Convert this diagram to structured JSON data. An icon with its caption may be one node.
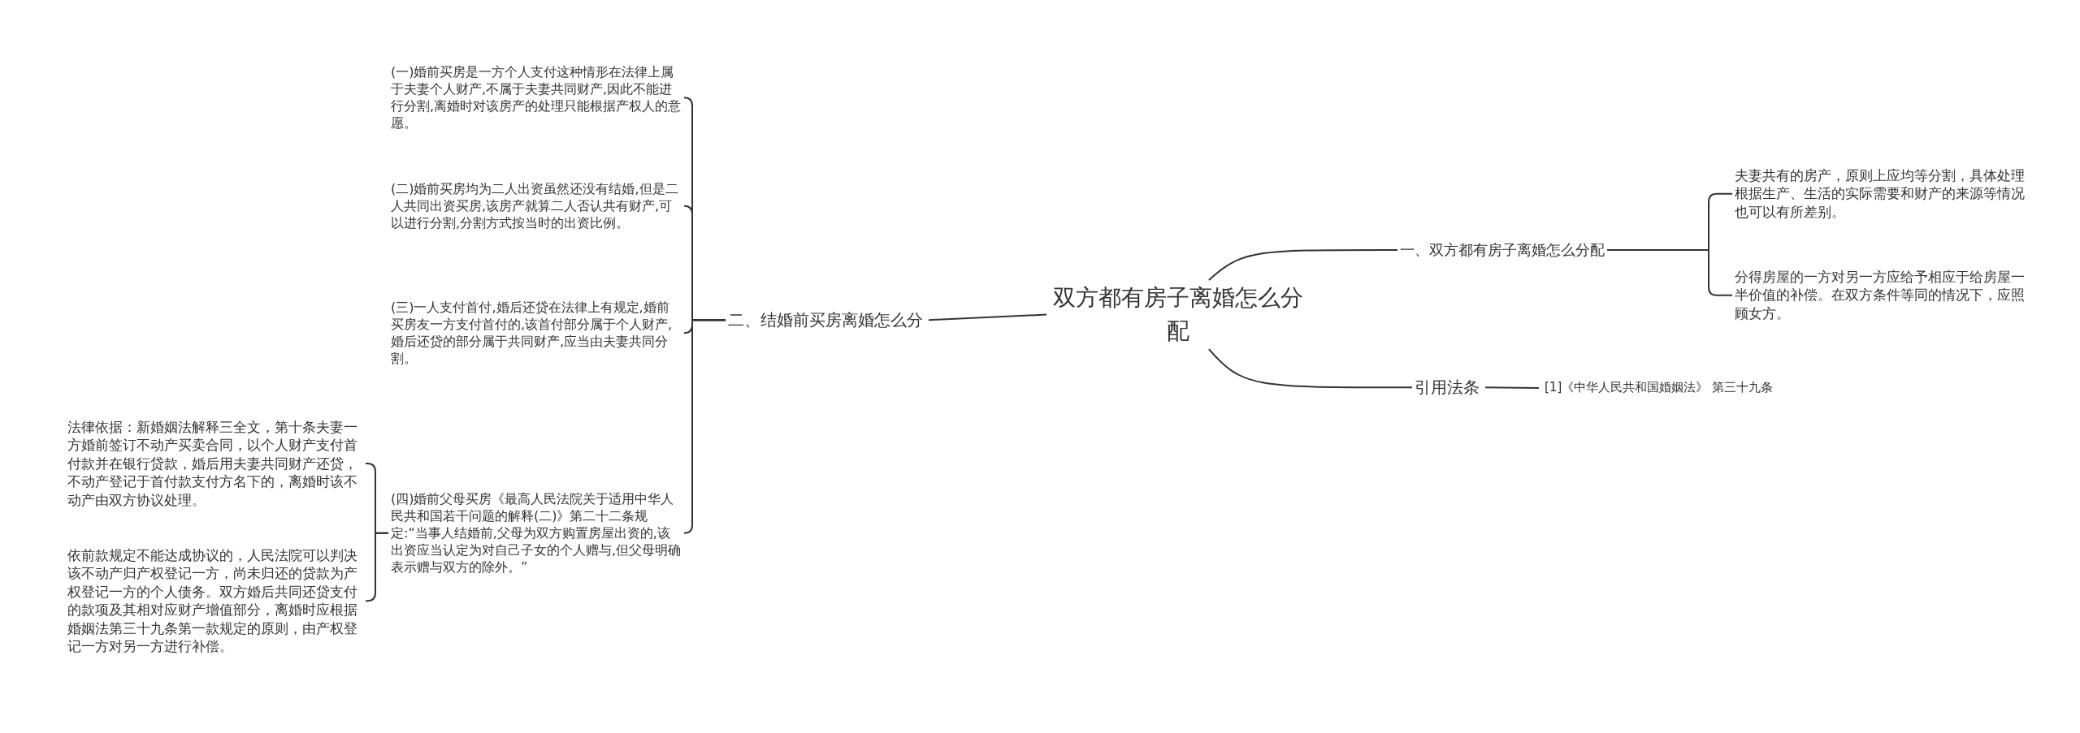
{
  "diagram": {
    "nodes": [
      {
        "text": [
          "双方都有房子离婚怎么分配"
        ]
      },
      {
        "text": [
          "一、双方都有房子离婚怎么分配"
        ]
      },
      {
        "text": [
          "夫妻共有的房产，原则上应均等分割，具体处理根据生产、生活的实际需要和财产的来源等情况也可以有所差别。"
        ]
      },
      {
        "text": [
          "分得房屋的一方对另一方应给予相应于给房屋一半价值的补偿。在双方条件等同的情况下，应照顾女方。"
        ]
      },
      {
        "text": [
          "引用法条"
        ]
      },
      {
        "text": [
          "[1]《中华人民共和国婚姻法》 第三十九条"
        ]
      },
      {
        "text": [
          "二、结婚前买房离婚怎么分"
        ]
      },
      {
        "text": [
          "(一)婚前买房是一方个人支付这种情形在法律上属于夫妻个人财产,不属于夫妻共同财产,因此不能进行分割,离婚时对该房产的处理只能根据产权人的意愿。"
        ]
      },
      {
        "text": [
          "(二)婚前买房均为二人出资虽然还没有结婚,但是二人共同出资买房,该房产就算二人否认共有财产,可以进行分割,分割方式按当时的出资比例。"
        ]
      },
      {
        "text": [
          "(三)一人支付首付,婚后还贷在法律上有规定,婚前买房友一方支付首付的,该首付部分属于个人财产,婚后还贷的部分属于共同财产,应当由夫妻共同分割。"
        ]
      },
      {
        "text": [
          "(四)婚前父母买房《最高人民法院关于适用中华人民共和国若干问题的解释(二)》第二十二条规定:“当事人结婚前,父母为双方购置房屋出资的,该出资应当认定为对自己子女的个人赠与,但父母明确表示赠与双方的除外。”"
        ]
      },
      {
        "text": [
          "法律依据：新婚姻法解释三全文，第十条夫妻一方婚前签订不动产买卖合同，以个人财产支付首付款并在银行贷款，婚后用夫妻共同财产还贷，不动产登记于首付款支付方名下的，离婚时该不动产由双方协议处理。"
        ]
      },
      {
        "text": [
          "依前款规定不能达成协议的，人民法院可以判决该不动产归产权登记一方，尚未归还的贷款为产权登记一方的个人债务。双方婚后共同还贷支付的款项及其相对应财产增值部分，离婚时应根据婚姻法第三十九条第一款规定的原则，由产权登记一方对另一方进行补偿。"
        ]
      }
    ],
    "edges": [
      {
        "from": 0,
        "to": 1,
        "arrow": "none"
      },
      {
        "from": 1,
        "to": 2,
        "arrow": "none"
      },
      {
        "from": 1,
        "to": 3,
        "arrow": "none"
      },
      {
        "from": 0,
        "to": 4,
        "arrow": "none"
      },
      {
        "from": 4,
        "to": 5,
        "arrow": "none"
      },
      {
        "from": 0,
        "to": 6,
        "arrow": "none"
      },
      {
        "from": 6,
        "to": 7,
        "arrow": "none"
      },
      {
        "from": 6,
        "to": 8,
        "arrow": "none"
      },
      {
        "from": 6,
        "to": 9,
        "arrow": "none"
      },
      {
        "from": 6,
        "to": 10,
        "arrow": "none"
      },
      {
        "from": 10,
        "to": 11,
        "arrow": "none"
      },
      {
        "from": 10,
        "to": 12,
        "arrow": "none"
      }
    ]
  }
}
